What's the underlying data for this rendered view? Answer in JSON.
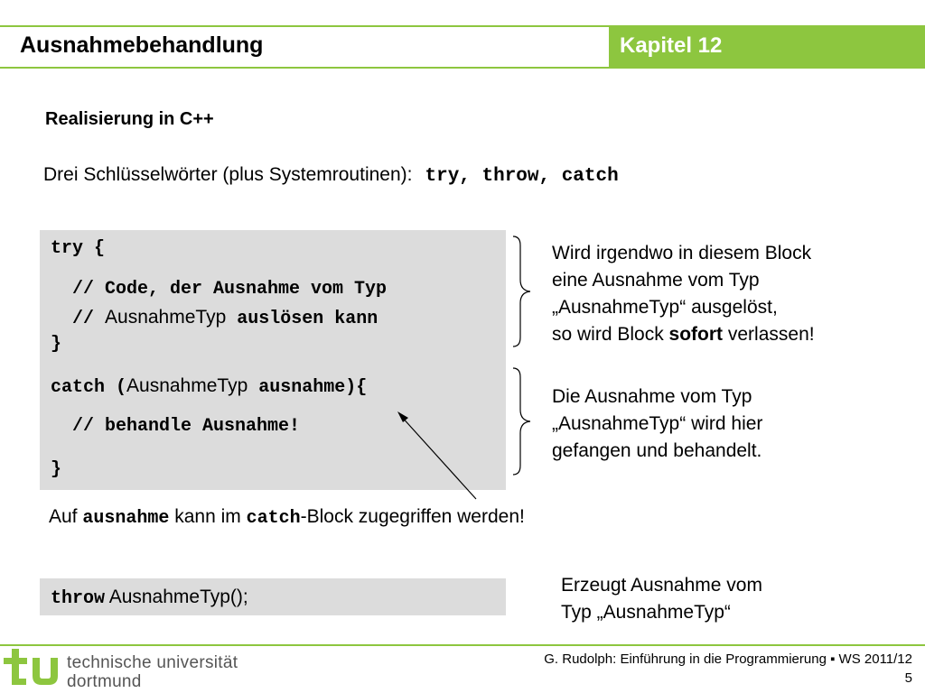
{
  "header": {
    "title": "Ausnahmebehandlung",
    "chapter": "Kapitel 12"
  },
  "section": {
    "heading": "Realisierung in C++",
    "keywords_text": "Drei Schlüsselwörter (plus Systemroutinen):",
    "keywords_code": "try, throw, catch"
  },
  "code_main": {
    "line1": "try {",
    "line2": "  // Code, der Ausnahme vom Typ",
    "line3_prefix": "  // ",
    "line3_type": "AusnahmeTyp",
    "line3_suffix": " auslösen kann",
    "line4": "}",
    "line5_prefix": "catch (",
    "line5_type": "AusnahmeTyp",
    "line5_suffix": " ausnahme){",
    "line6": "  // behandle Ausnahme!",
    "line7": "}"
  },
  "notes": {
    "try_block": [
      "Wird irgendwo in diesem Block",
      "eine Ausnahme vom Typ",
      "„AusnahmeTyp“ ausgelöst,"
    ],
    "try_block_last_prefix": "so wird Block ",
    "try_block_last_bold": "sofort",
    "try_block_last_suffix": " verlassen!",
    "catch_block": [
      "Die Ausnahme vom Typ",
      "„AusnahmeTyp“ wird hier",
      "gefangen und behandelt."
    ],
    "throw": [
      "Erzeugt Ausnahme vom",
      "Typ „AusnahmeTyp“"
    ]
  },
  "access_note": {
    "prefix": "Auf ",
    "code1": "ausnahme",
    "middle": " kann im ",
    "code2": "catch",
    "suffix": "-Block zugegriffen werden!"
  },
  "code_throw": {
    "keyword": "throw",
    "rest": " AusnahmeTyp();"
  },
  "footer": {
    "university_line1": "technische universität",
    "university_line2": "dortmund",
    "credit": "G. Rudolph: Einführung in die Programmierung ▪ WS 2011/12",
    "page": "5"
  },
  "colors": {
    "accent": "#8dc63f",
    "code_background": "#dcdcdc",
    "logo": "#8dc63f"
  },
  "icons": {
    "logo": "tu-dortmund-logo",
    "brace_try": "right-curly-brace",
    "brace_catch": "right-curly-brace",
    "pointer": "arrow"
  }
}
